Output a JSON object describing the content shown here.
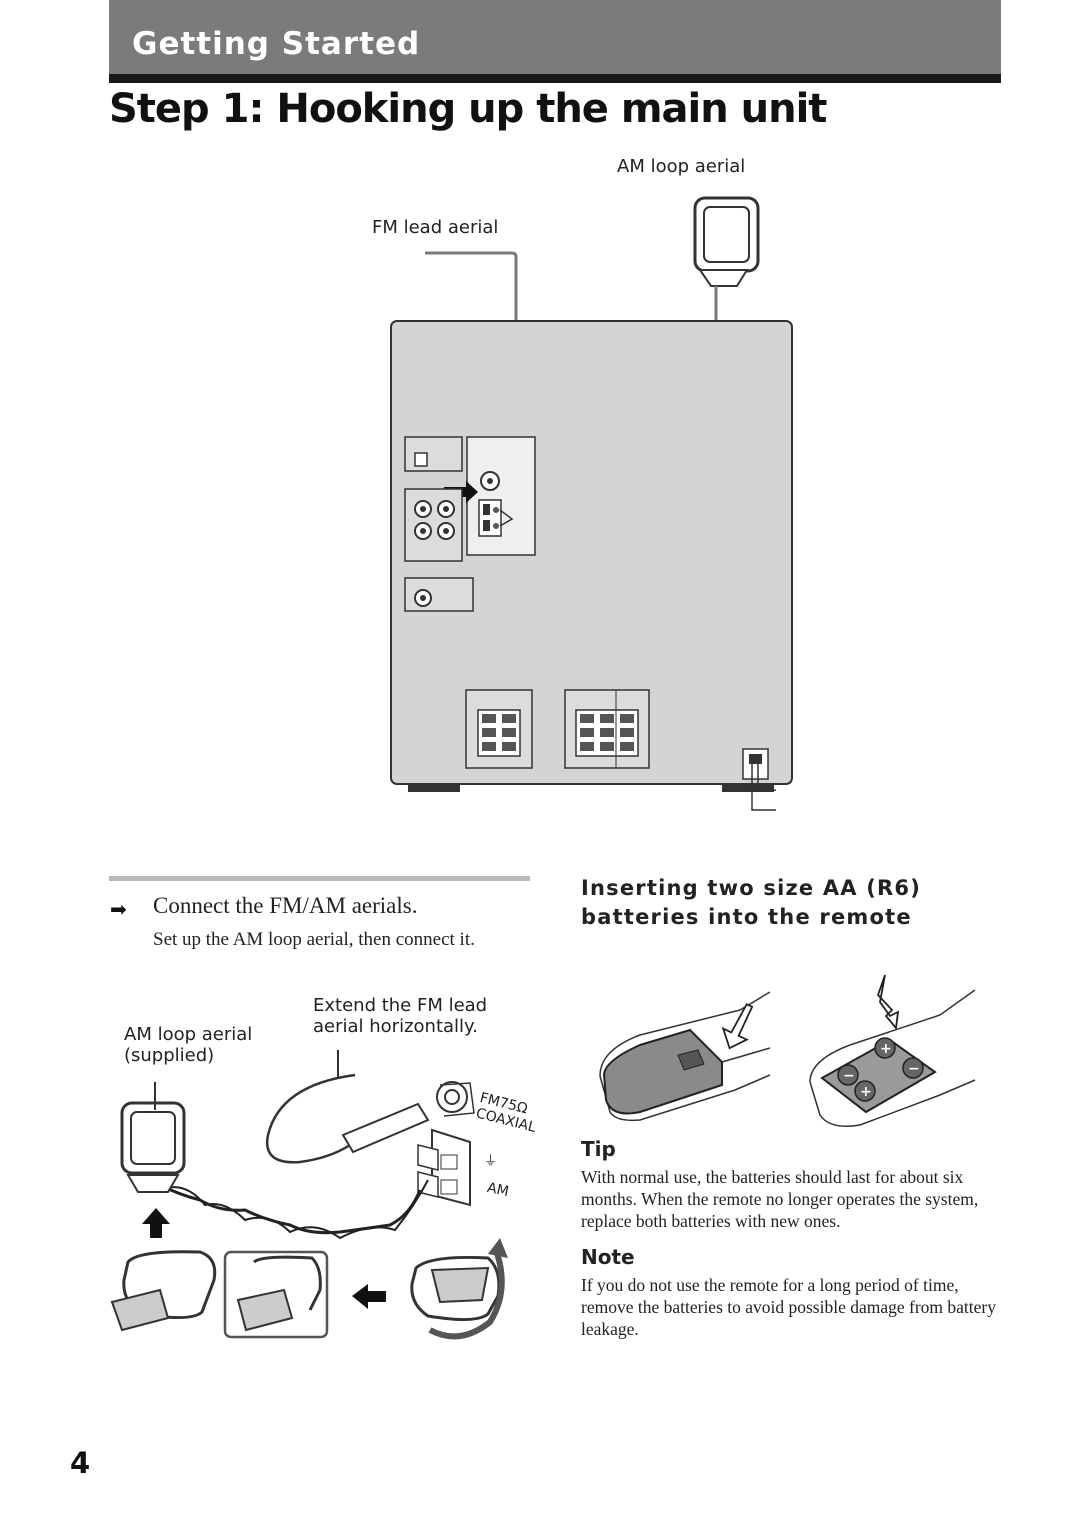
{
  "header": {
    "section_title": "Getting Started",
    "page_title": "Step 1: Hooking up the main unit"
  },
  "main_diagram": {
    "am_label": "AM loop aerial",
    "fm_label": "FM lead aerial"
  },
  "step": {
    "heading": "Connect the FM/AM aerials.",
    "body": "Set up the AM loop aerial, then connect it."
  },
  "detail_diagram": {
    "extend_label": "Extend the FM lead aerial horizontally.",
    "am_supplied_label": "AM loop aerial (supplied)",
    "fm_jack_label": "FM75Ω COAXIAL",
    "am_terminal_label": "AM"
  },
  "batteries": {
    "heading": "Inserting two size AA (R6) batteries into the remote"
  },
  "tip": {
    "heading": "Tip",
    "text": "With normal use, the batteries should last for about six months.  When the remote no longer operates the system, replace both batteries with new ones."
  },
  "note": {
    "heading": "Note",
    "text": "If you do not use the remote for a long period of time, remove the batteries to avoid possible damage from battery leakage."
  },
  "footer": {
    "page_number": "4"
  },
  "colors": {
    "header_band": "#7b7b7d",
    "unit_panel": "#d4d4d4"
  }
}
